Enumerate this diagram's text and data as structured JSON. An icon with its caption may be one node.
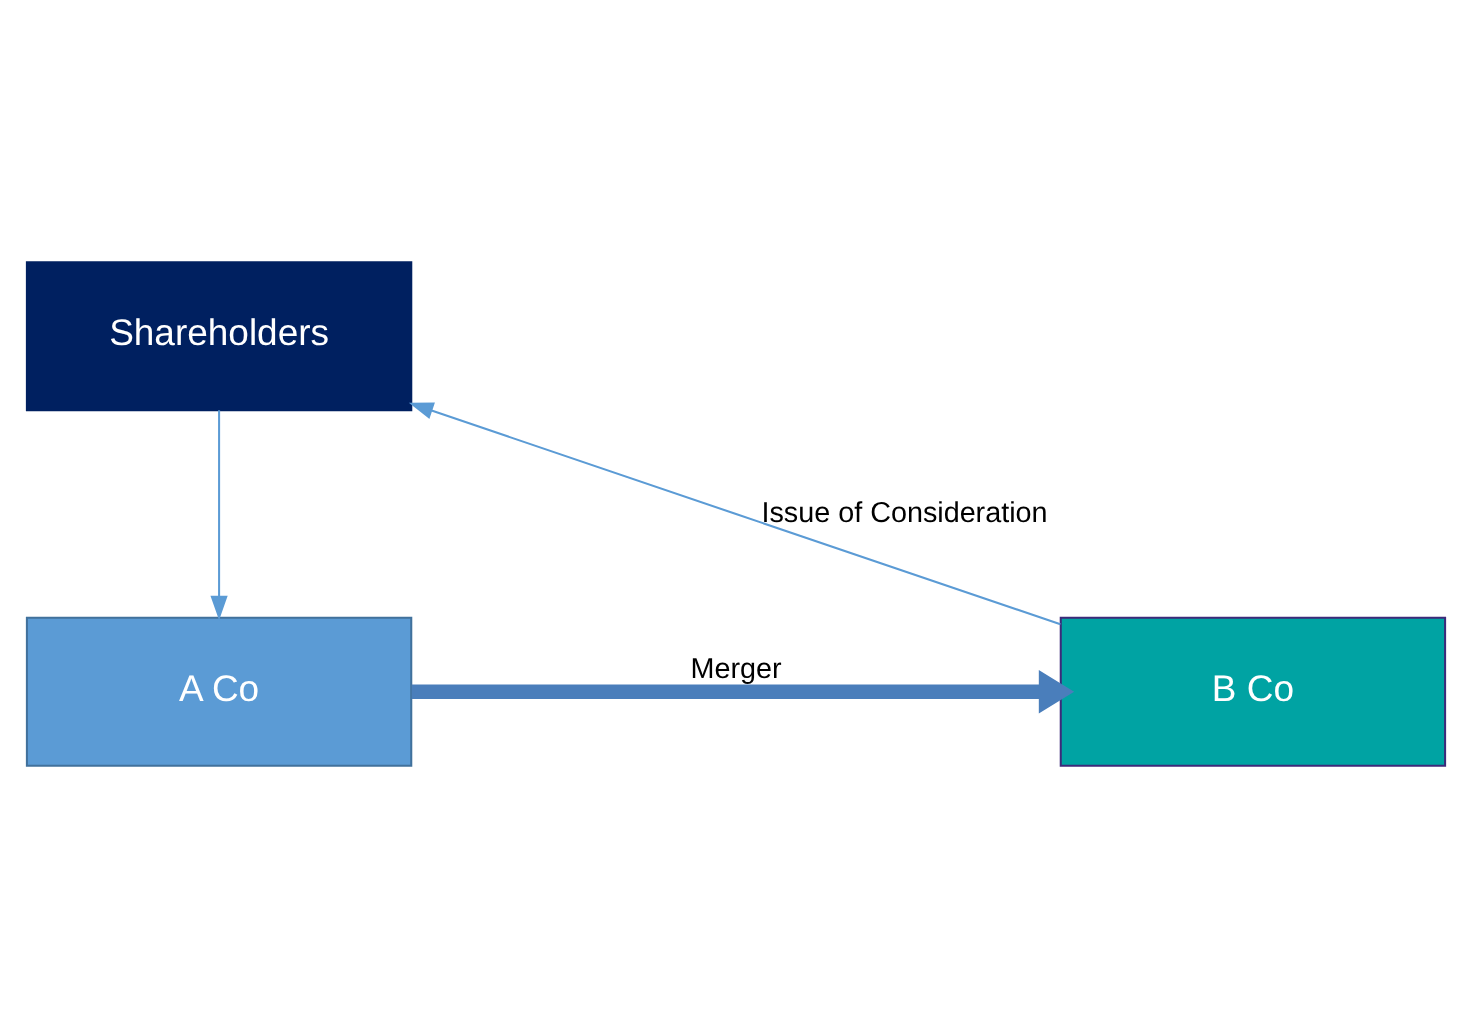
{
  "diagram": {
    "nodes": [
      {
        "text": [
          "Shareholders"
        ]
      },
      {
        "text": [
          "A Co"
        ]
      },
      {
        "text": [
          "B Co"
        ]
      }
    ],
    "edges": [
      {
        "from": 0,
        "to": 1,
        "arrow": "to"
      },
      {
        "from": 2,
        "to": 0,
        "arrow": "to",
        "label": "Issue of Consideration"
      },
      {
        "from": 1,
        "to": 2,
        "arrow": "to",
        "label": "Merger",
        "style": "thick",
        "color": "#4a7ebb"
      }
    ]
  }
}
